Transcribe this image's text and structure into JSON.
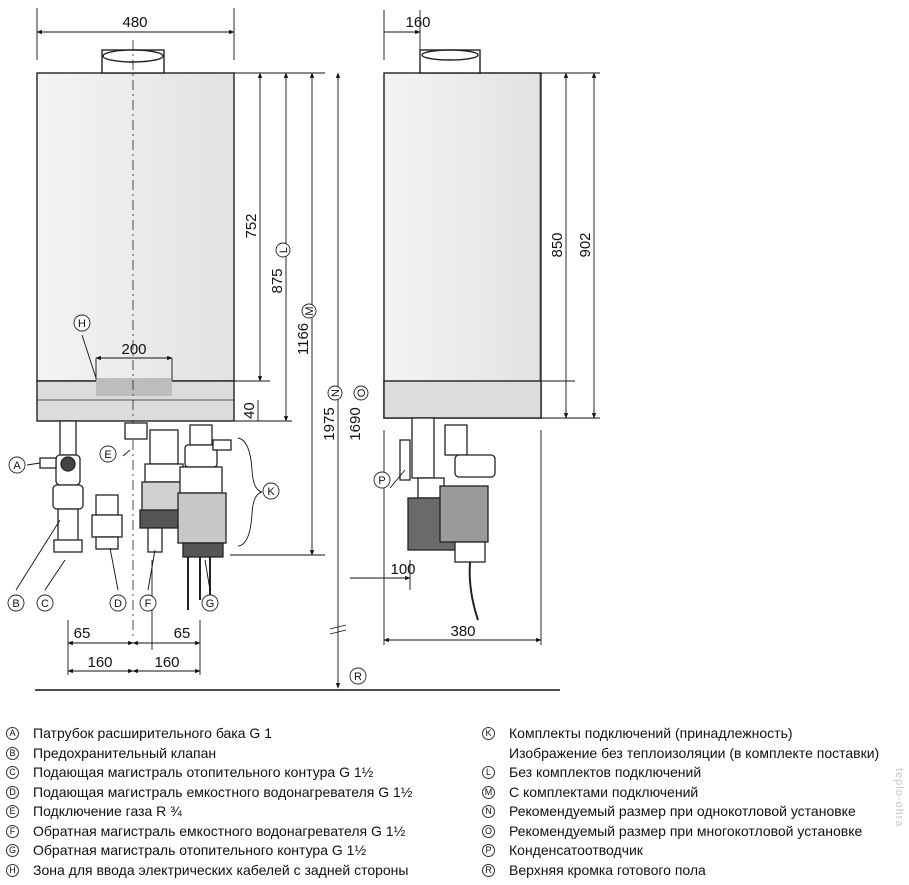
{
  "dimensions": {
    "front_width": "480",
    "front_height_752": "752",
    "front_height_875": "875",
    "front_height_1166": "1166",
    "front_height_1975": "1975",
    "front_height_1690": "1690",
    "zone_width": "200",
    "bottom_offset": "40",
    "pipe_offset_left": "65",
    "pipe_offset_right": "65",
    "pipe_spacing_left": "160",
    "pipe_spacing_right": "160",
    "side_depth": "160",
    "side_height_850": "850",
    "side_height_902": "902",
    "side_offset": "100",
    "side_total_depth": "380"
  },
  "markers": {
    "A": "A",
    "B": "B",
    "C": "C",
    "D": "D",
    "E": "E",
    "F": "F",
    "G": "G",
    "H": "H",
    "K": "K",
    "L": "L",
    "M": "M",
    "N": "N",
    "O": "O",
    "P": "P",
    "R": "R"
  },
  "legend_left": [
    {
      "letter": "A",
      "text": "Патрубок расширительного бака G 1"
    },
    {
      "letter": "B",
      "text": "Предохранительный клапан"
    },
    {
      "letter": "C",
      "text": "Подающая магистраль отопительного контура G 1½"
    },
    {
      "letter": "D",
      "text": "Подающая магистраль емкостного водонагревателя G 1½"
    },
    {
      "letter": "E",
      "text": "Подключение газа R ¾"
    },
    {
      "letter": "F",
      "text": "Обратная магистраль емкостного водонагревателя G 1½"
    },
    {
      "letter": "G",
      "text": "Обратная магистраль отопительного контура G 1½"
    },
    {
      "letter": "H",
      "text": "Зона для ввода электрических кабелей с задней стороны"
    }
  ],
  "legend_right": [
    {
      "letter": "K",
      "text": "Комплекты подключений (принадлежность)"
    },
    {
      "letter": "",
      "text": "Изображение без теплоизоляции (в комплекте поставки)"
    },
    {
      "letter": "L",
      "text": "Без комплектов подключений"
    },
    {
      "letter": "M",
      "text": "С комплектами подключений"
    },
    {
      "letter": "N",
      "text": "Рекомендуемый размер при однокотловой установке"
    },
    {
      "letter": "O",
      "text": "Рекомендуемый размер при многокотловой установке"
    },
    {
      "letter": "P",
      "text": "Конденсатоотводчик"
    },
    {
      "letter": "R",
      "text": "Верхняя кромка готового пола"
    }
  ],
  "watermark": "teplo-ohra"
}
